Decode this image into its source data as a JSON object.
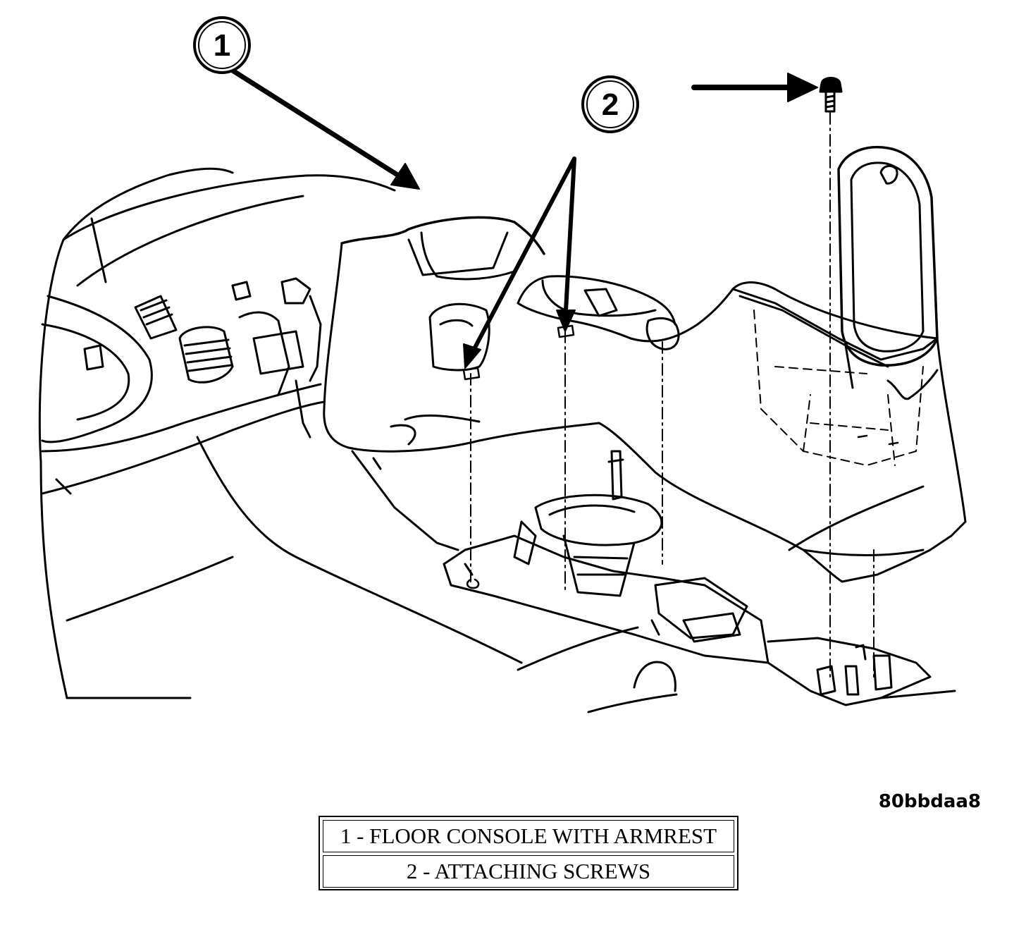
{
  "figure_id": "80bbdaa8",
  "callouts": [
    {
      "number": "1"
    },
    {
      "number": "2"
    }
  ],
  "legend": [
    {
      "text": "1 - FLOOR CONSOLE WITH ARMREST"
    },
    {
      "text": "2 - ATTACHING SCREWS"
    }
  ],
  "colors": {
    "ink": "#000000",
    "paper": "#ffffff"
  }
}
